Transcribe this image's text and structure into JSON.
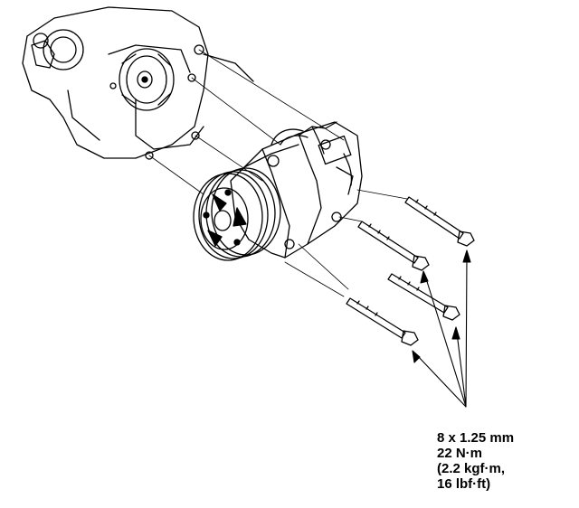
{
  "torque_spec": {
    "bolt_size": "8 x 1.25 mm",
    "torque_nm": "22 N·m",
    "torque_kgfm": "(2.2 kgf·m,",
    "torque_lbfft": "16 lbf·ft)"
  },
  "colors": {
    "line": "#000000",
    "background": "#ffffff"
  }
}
